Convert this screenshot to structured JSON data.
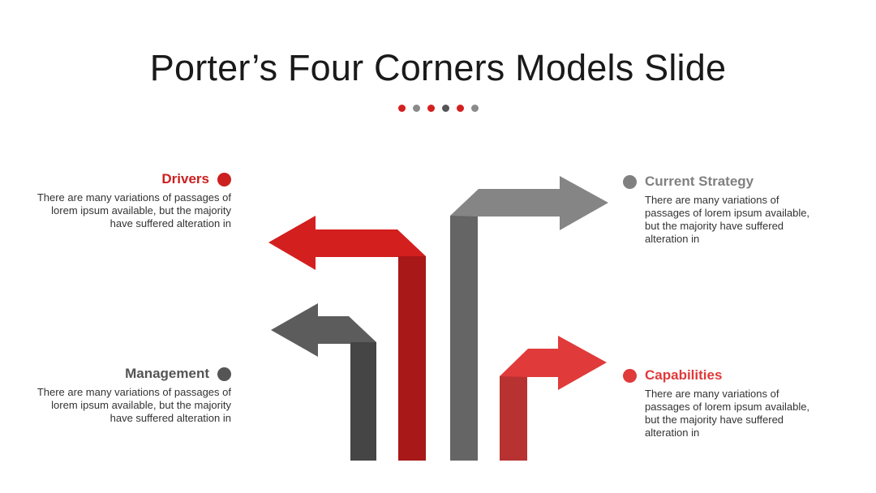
{
  "slide": {
    "title": "Porter’s Four Corners Models Slide",
    "dot_colors": [
      "#d42020",
      "#8a8a8a",
      "#d42020",
      "#555555",
      "#d42020",
      "#8a8a8a"
    ]
  },
  "items": {
    "drivers": {
      "label": "Drivers",
      "description": "There are many variations of passages of lorem ipsum available, but the majority have suffered alteration in",
      "color": "#cc1f1f"
    },
    "management": {
      "label": "Management",
      "description": "There are many variations of passages of lorem ipsum available, but the majority have suffered alteration in",
      "color": "#555555"
    },
    "current_strategy": {
      "label": "Current Strategy",
      "description": "There are many variations of passages of lorem ipsum available, but the majority have suffered alteration in",
      "color": "#808080"
    },
    "capabilities": {
      "label": "Capabilities",
      "description": "There are many variations of passages of lorem ipsum available, but the majority have suffered alteration in",
      "color": "#e03a3a"
    }
  },
  "arrow_colors": {
    "drivers": {
      "stem": "#a81818",
      "head": "#d41f1f"
    },
    "management": {
      "stem": "#454545",
      "head": "#5c5c5c"
    },
    "current_strategy": {
      "stem": "#656565",
      "head": "#858585"
    },
    "capabilities": {
      "stem": "#b83232",
      "head": "#e03a3a"
    }
  }
}
